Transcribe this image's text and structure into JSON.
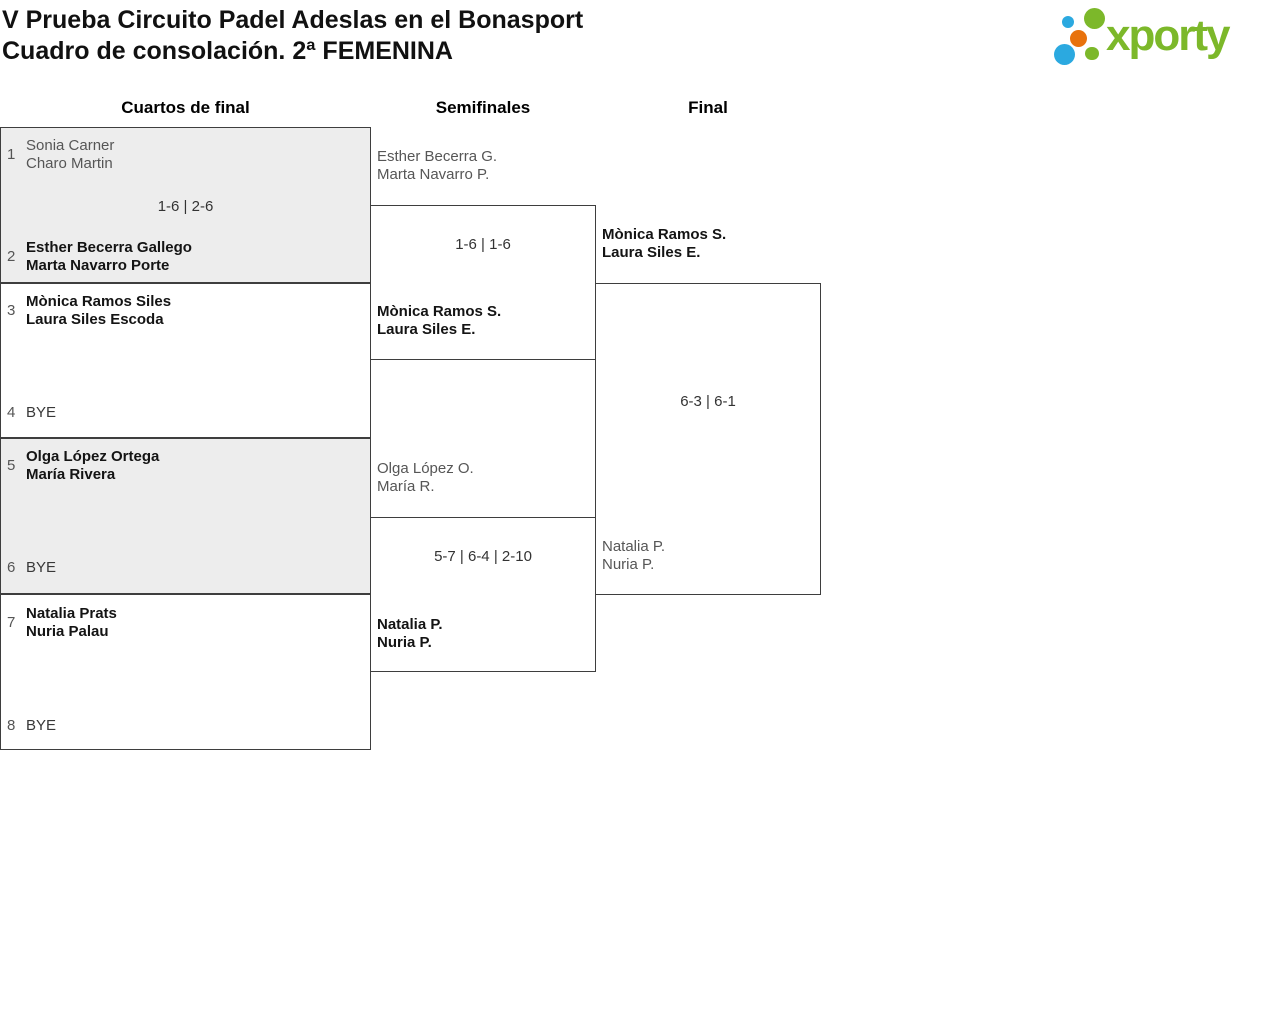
{
  "title": {
    "line1": "V Prueba Circuito Padel Adeslas en el Bonasport",
    "line2": "Cuadro de consolación. 2ª FEMENINA"
  },
  "logo": {
    "text": "xporty",
    "colors": {
      "green": "#7cb82a",
      "blue": "#2ba9e0",
      "orange": "#e8720c"
    }
  },
  "headers": [
    {
      "label": "Cuartos de final"
    },
    {
      "label": "Semifinales"
    },
    {
      "label": "Final"
    }
  ],
  "bracket": {
    "quarterfinals": [
      {
        "seed_top": "1",
        "team_top": "Sonia Carner\nCharo Martin",
        "score": "1-6 | 2-6",
        "seed_bottom": "2",
        "team_bottom": "Esther Becerra Gallego\nMarta Navarro Porte"
      },
      {
        "seed_top": "3",
        "team_top": "Mònica Ramos Siles\nLaura Siles Escoda",
        "seed_bottom": "4",
        "team_bottom": "BYE"
      },
      {
        "seed_top": "5",
        "team_top": "Olga López Ortega\nMaría Rivera",
        "seed_bottom": "6",
        "team_bottom": "BYE"
      },
      {
        "seed_top": "7",
        "team_top": "Natalia Prats\nNuria Palau",
        "seed_bottom": "8",
        "team_bottom": "BYE"
      }
    ],
    "semifinals": [
      {
        "team_top": "Esther Becerra G.\nMarta Navarro P.",
        "score": "1-6 | 1-6",
        "team_bottom": "Mònica Ramos S.\nLaura Siles E."
      },
      {
        "team_top": "Olga López O.\nMaría R.",
        "score": "5-7 | 6-4 | 2-10",
        "team_bottom": "Natalia P.\nNuria P."
      }
    ],
    "final": {
      "team_top": "Mònica Ramos S.\nLaura Siles E.",
      "score": "6-3 | 6-1",
      "team_bottom": "Natalia P.\nNuria P."
    }
  }
}
